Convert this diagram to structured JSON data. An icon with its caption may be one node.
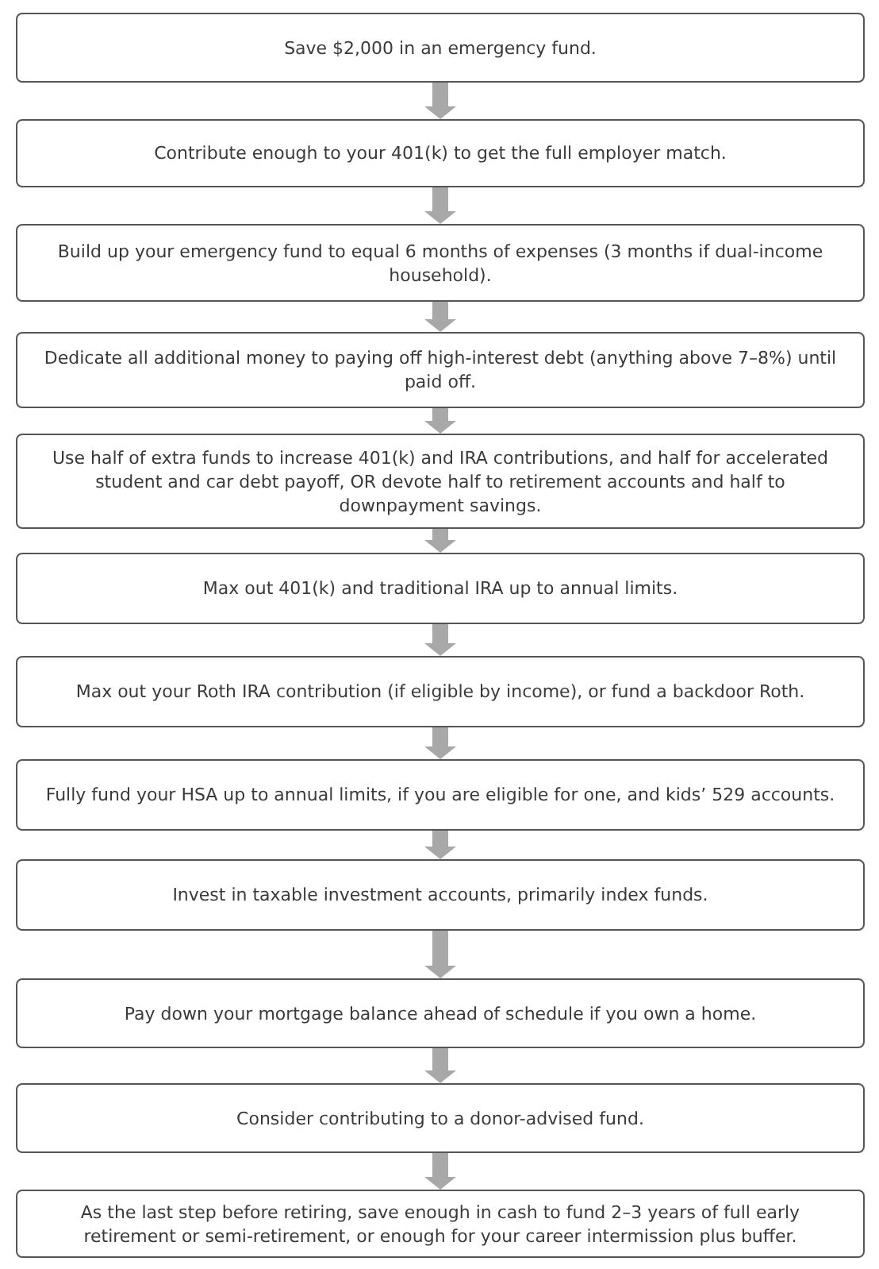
{
  "diagram": {
    "nodes": [
      {
        "text": [
          "Save $2,000 in an emergency fund."
        ]
      },
      {
        "text": [
          "Contribute enough to your 401(k) to get the full employer match."
        ]
      },
      {
        "text": [
          "Build up your emergency fund to equal 6 months of expenses (3 months if dual-income household)."
        ]
      },
      {
        "text": [
          "Dedicate all additional money to paying off high-interest debt (anything above 7–8%) until paid off."
        ]
      },
      {
        "text": [
          "Use half of extra funds to increase 401(k) and IRA contributions, and half for accelerated student and car debt payoff, OR devote half to retirement accounts and half to downpayment savings."
        ]
      },
      {
        "text": [
          "Max out 401(k) and traditional IRA up to annual limits."
        ]
      },
      {
        "text": [
          "Max out your Roth IRA contribution (if eligible by income), or fund a backdoor Roth."
        ]
      },
      {
        "text": [
          "Fully fund your HSA up to annual limits, if you are eligible for one, and kids’ 529 accounts."
        ]
      },
      {
        "text": [
          "Invest in taxable investment accounts, primarily index funds."
        ]
      },
      {
        "text": [
          "Pay down your mortgage balance ahead of schedule if you own a home."
        ]
      },
      {
        "text": [
          "Consider contributing to a donor-advised fund."
        ]
      },
      {
        "text": [
          "As the last step before retiring, save enough in cash to fund 2–3 years of full early retirement or semi-retirement, or enough for your career intermission plus buffer."
        ]
      }
    ],
    "edges": [
      {
        "from": 0,
        "to": 1,
        "arrow": "to"
      },
      {
        "from": 1,
        "to": 2,
        "arrow": "to"
      },
      {
        "from": 2,
        "to": 3,
        "arrow": "to"
      },
      {
        "from": 3,
        "to": 4,
        "arrow": "to"
      },
      {
        "from": 4,
        "to": 5,
        "arrow": "to"
      },
      {
        "from": 5,
        "to": 6,
        "arrow": "to"
      },
      {
        "from": 6,
        "to": 7,
        "arrow": "to"
      },
      {
        "from": 7,
        "to": 8,
        "arrow": "to"
      },
      {
        "from": 8,
        "to": 9,
        "arrow": "to"
      },
      {
        "from": 9,
        "to": 10,
        "arrow": "to"
      },
      {
        "from": 10,
        "to": 11,
        "arrow": "to"
      }
    ]
  }
}
